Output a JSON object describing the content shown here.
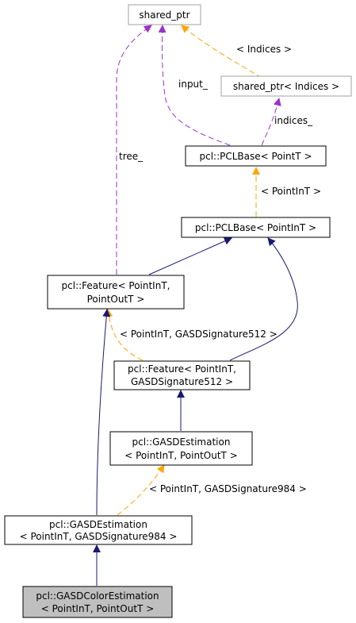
{
  "nodes": {
    "shared_ptr": {
      "lines": [
        "shared_ptr"
      ],
      "muted": true,
      "highlight": false,
      "border": "#a0a0a0"
    },
    "shared_ptr_indices": {
      "lines": [
        "shared_ptr< Indices >"
      ],
      "muted": true,
      "highlight": false,
      "border": "#a0a0a0"
    },
    "pclbase_pointt": {
      "lines": [
        "pcl::PCLBase< PointT >"
      ],
      "muted": false,
      "highlight": false,
      "border": "#000000"
    },
    "pclbase_pointint": {
      "lines": [
        "pcl::PCLBase< PointInT >"
      ],
      "muted": false,
      "highlight": false,
      "border": "#000000"
    },
    "feature_pointint_pointoutt": {
      "lines": [
        "pcl::Feature< PointInT,",
        "PointOutT >"
      ],
      "muted": false,
      "highlight": false,
      "border": "#000000"
    },
    "feature_gasd512": {
      "lines": [
        "pcl::Feature< PointInT,",
        "GASDSignature512 >"
      ],
      "muted": false,
      "highlight": false,
      "border": "#000000"
    },
    "gasdestimation_pointint_pointoutt": {
      "lines": [
        "pcl::GASDEstimation",
        "< PointInT, PointOutT >"
      ],
      "muted": false,
      "highlight": false,
      "border": "#000000"
    },
    "gasdestimation_gasd984": {
      "lines": [
        "pcl::GASDEstimation",
        "< PointInT, GASDSignature984 >"
      ],
      "muted": false,
      "highlight": false,
      "border": "#000000"
    },
    "gasdcolorestimation": {
      "lines": [
        "pcl::GASDColorEstimation",
        "< PointInT, PointOutT >"
      ],
      "muted": false,
      "highlight": true,
      "border": "#000000"
    }
  },
  "edge_labels": {
    "indices_template": "< Indices >",
    "input": "input_",
    "indices": "indices_",
    "pointint_template": "< PointInT >",
    "tree": "tree_",
    "gasd512_template": "< PointInT, GASDSignature512 >",
    "gasd984_template": "< PointInT, GASDSignature984 >"
  },
  "colors": {
    "inheritance": "#191970",
    "usage": "#9a32cd",
    "template": "#ffa500",
    "highlight_fill": "#bfbfbf",
    "muted_border": "#a0a0a0"
  }
}
